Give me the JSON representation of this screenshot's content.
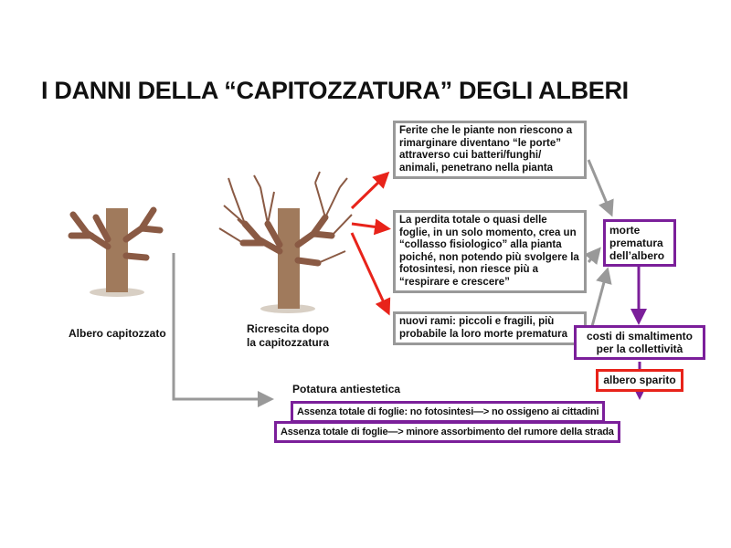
{
  "title": "I DANNI DELLA “CAPITOZZATURA” DEGLI ALBERI",
  "trees": {
    "left_label": "Albero capitozzato",
    "right_label_1": "Ricrescita dopo",
    "right_label_2": "la capitozzatura"
  },
  "boxes": {
    "ferite": "Ferite che le piante non riescono a rimarginare diventano “le porte” attraverso cui batteri/funghi/ animali, penetrano nella pianta",
    "perdita": "La perdita totale o quasi delle foglie, in un solo momento, crea un “collasso fisiologico” alla pianta poiché, non potendo più svolgere la fotosintesi, non riesce più a “respirare e crescere”",
    "nuovi_rami": "nuovi rami: piccoli e fragili, più probabile la loro morte prematura",
    "morte": "morte prematura dell’albero",
    "costi": "costi di smaltimento per la collettività",
    "albero_sparito": "albero sparito",
    "potatura": "Potatura antiestetica",
    "assenza_1": "Assenza totale di foglie: no fotosintesi—> no ossigeno ai cittadini",
    "assenza_2": "Assenza totale di foglie—> minore assorbimento del rumore della strada"
  },
  "colors": {
    "red": "#e8231a",
    "gray": "#999999",
    "purple": "#7b1f9a",
    "trunk": "#a07a5c",
    "branch": "#8a5a44"
  }
}
